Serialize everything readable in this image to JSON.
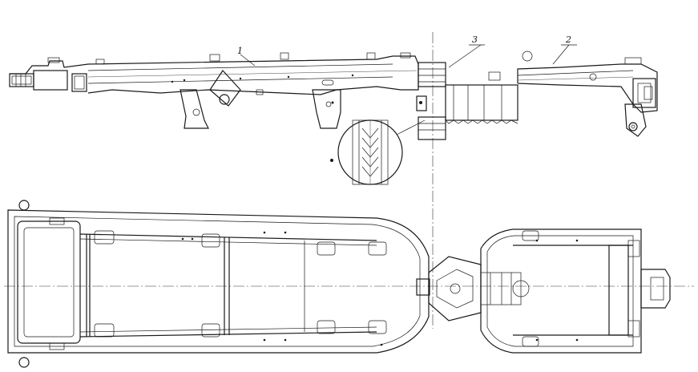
{
  "drawing": {
    "callouts": [
      {
        "id": "1",
        "text": "1"
      },
      {
        "id": "2",
        "text": "2"
      },
      {
        "id": "3",
        "text": "3"
      }
    ],
    "views": [
      "side-elevation",
      "plan-view",
      "detail-circle-hinge-bearing"
    ]
  }
}
